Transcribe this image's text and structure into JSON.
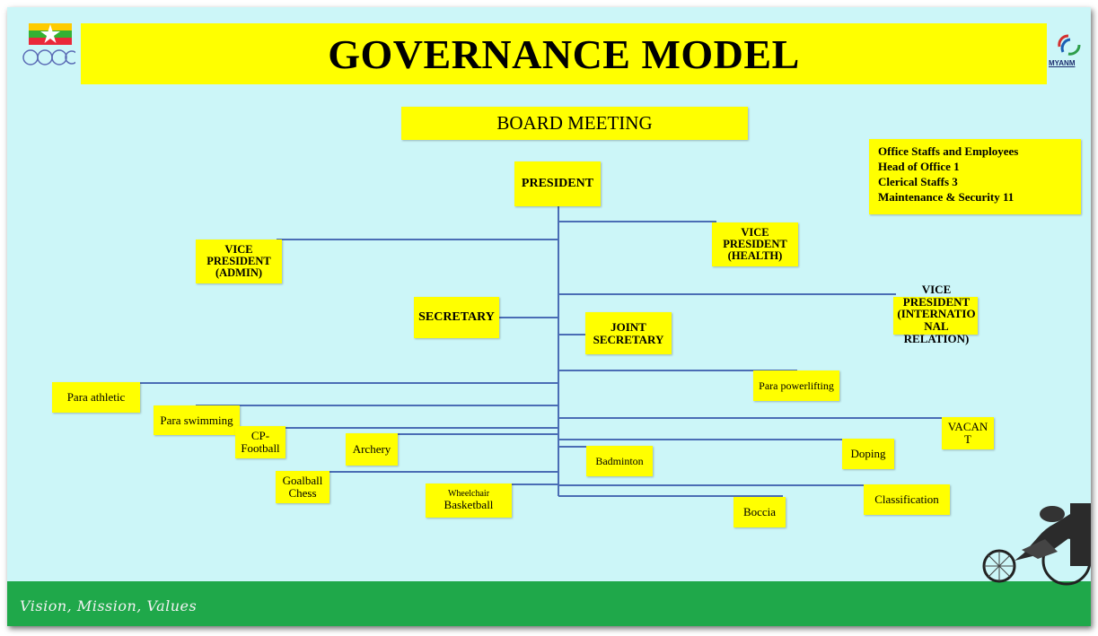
{
  "title": "GOVERNANCE MODEL",
  "board_meeting": "BOARD MEETING",
  "president": "PRESIDENT",
  "vp_admin": [
    "VICE",
    "PRESIDENT",
    "(ADMIN)"
  ],
  "vp_health": [
    "VICE",
    "PRESIDENT",
    "(HEALTH)"
  ],
  "vp_international": [
    "VICE",
    "PRESIDENT",
    "(INTERNATIO",
    "NAL",
    "RELATION)"
  ],
  "secretary": "SECRETARY",
  "joint_secretary": [
    "JOINT",
    "SECRETARY"
  ],
  "office_staff": {
    "heading": "Office Staffs and Employees",
    "lines": [
      "Head of Office 1",
      "Clerical Staffs 3",
      "Maintenance & Security 11"
    ]
  },
  "sports": {
    "para_athletic": "Para athletic",
    "para_swimming": "Para swimming",
    "cp_football": [
      "CP-",
      "Football"
    ],
    "archery": "Archery",
    "goalball_chess": [
      "Goalball",
      "Chess"
    ],
    "wheelchair_basketball": [
      "Wheelchair",
      "Basketball"
    ],
    "badminton": "Badminton",
    "para_powerlifting": "Para powerlifting",
    "vacant": [
      "VACAN",
      "T"
    ],
    "doping": "Doping",
    "classification": "Classification",
    "boccia": "Boccia"
  },
  "logo_text": "MYANM",
  "footer": "Vision, Mission,  Values",
  "colors": {
    "background": "#ccf6f8",
    "box": "#ffff00",
    "footer": "#1fa84a",
    "connector": "#4a6db5"
  }
}
